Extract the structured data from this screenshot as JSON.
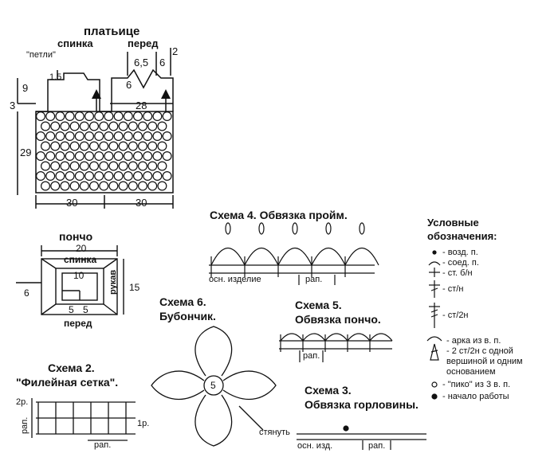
{
  "dress": {
    "title": "платьице",
    "back_label": "спинка",
    "front_label": "перед",
    "loops_label": "\"петли\"",
    "dim_1_5": "1.5",
    "dim_9": "9",
    "dim_3": "3",
    "dim_29": "29",
    "dim_30_left": "30",
    "dim_30_right": "30",
    "dim_28": "28",
    "dim_6_5": "6,5",
    "dim_6_top": "6",
    "dim_2": "2",
    "dim_6_mid": "6"
  },
  "poncho": {
    "title": "пончо",
    "dim_20": "20",
    "back_label": "спинка",
    "dim_10": "10",
    "dim_6": "6",
    "dim_15": "15",
    "sleeve_label": "рукав",
    "dim_5a": "5",
    "dim_5b": "5",
    "front_label": "перед"
  },
  "scheme4": {
    "title": "Схема 4. Обвязка пройм.",
    "base_label": "осн. изделие",
    "rap_label": "рап."
  },
  "scheme6": {
    "title_line1": "Схема 6.",
    "title_line2": "Бубончик.",
    "center": "5",
    "pull_label": "стянуть"
  },
  "scheme5": {
    "title_line1": "Схема 5.",
    "title_line2": "Обвязка пончо.",
    "rap_label": "рап."
  },
  "scheme3": {
    "title_line1": "Схема 3.",
    "title_line2": "Обвязка горловины.",
    "base_label": "осн. изд.",
    "rap_label": "рап."
  },
  "scheme2": {
    "title_line1": "Схема 2.",
    "title_line2": "\"Филейная сетка\".",
    "row2": "2р.",
    "row1": "1р.",
    "rap_left": "рап.",
    "rap_bottom": "рап."
  },
  "legend": {
    "title_line1": "Условные",
    "title_line2": "обозначения:",
    "items": [
      "- возд. п.",
      "- соед. п.",
      "- ст. б/н",
      "- ст/н",
      "- ст/2н",
      "- арка из в. п.",
      "- 2 ст/2н с одной",
      "вершиной и одним",
      "основанием",
      "- \"пико\" из 3 в. п.",
      "- начало работы"
    ]
  }
}
